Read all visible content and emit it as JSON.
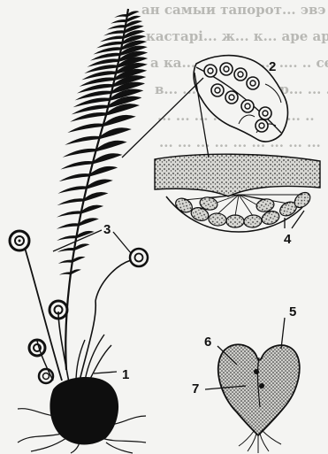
{
  "background_text": [
    "ан самыи тапорот... эвэ ба",
    "кастарі... ж... к... аре ара",
    "а ка... ... .. н... ... .... .. сен",
    "в... ... ... .. ... ... кр... ... .. М",
    "... ... ... ... ... ... ... ... ..",
    "... ... ... ... ... ... ... ... ..."
  ],
  "labels": {
    "l1": "1",
    "l2": "2",
    "l3": "3",
    "l4": "4",
    "l5": "5",
    "l6": "6",
    "l7": "7"
  },
  "colors": {
    "ink": "#111111",
    "paper": "#f4f4f2",
    "stipple": "#555555"
  }
}
